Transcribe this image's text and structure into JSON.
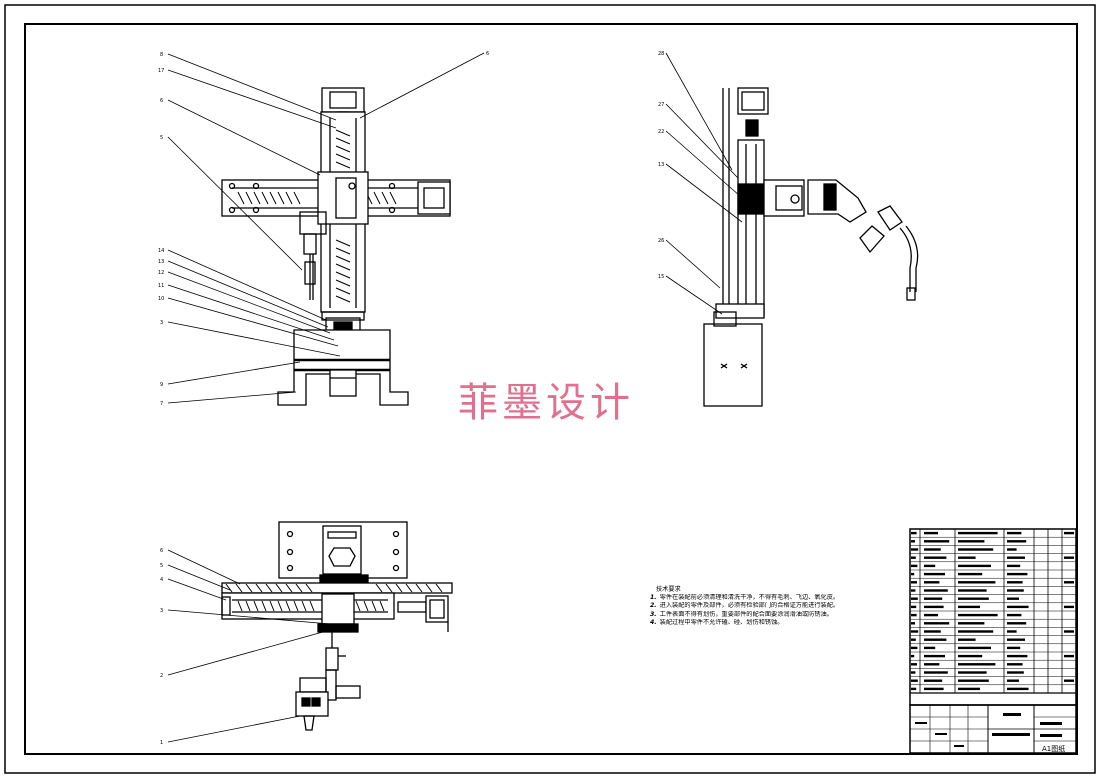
{
  "drawing": {
    "watermark": "菲墨设计",
    "front_view": {
      "labels": [
        "8",
        "17",
        "6",
        "5",
        "14",
        "13",
        "12",
        "11",
        "10",
        "3",
        "9",
        "7",
        "6"
      ]
    },
    "side_view": {
      "labels": [
        "28",
        "27",
        "22",
        "13",
        "26",
        "15"
      ]
    },
    "top_view": {
      "labels": [
        "6",
        "5",
        "4",
        "3",
        "2",
        "1"
      ]
    },
    "technical_requirements": {
      "title": "技术要求",
      "items": [
        {
          "no": "1.",
          "text": "零件在装配前必须清理和清洗干净，不得有毛刺、飞边、氧化皮。"
        },
        {
          "no": "2.",
          "text": "进入装配的零件及部件，必须有检验部门的合格证方能进行装配。"
        },
        {
          "no": "3.",
          "text": "工件表面不得有划伤，重要部件的配合面要涂润滑油或防锈油。"
        },
        {
          "no": "4.",
          "text": "装配过程中零件不允许磕、碰、划伤和锈蚀。"
        }
      ]
    },
    "title_block": {
      "sheet_no": "A1图纸"
    }
  }
}
